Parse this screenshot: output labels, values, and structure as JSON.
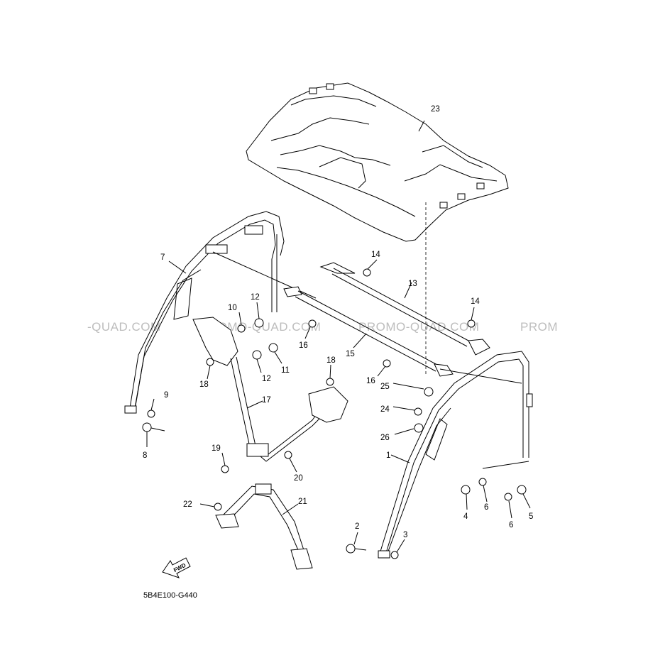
{
  "watermarks": [
    "-QUAD.COM",
    "PROMO-QUAD.COM",
    "PROMO-QUAD.COM",
    "PROM"
  ],
  "diagram_code": "5B4E100-G440",
  "fwd_label": "FWD",
  "callouts": {
    "n1": "1",
    "n2": "2",
    "n3": "3",
    "n4": "4",
    "n5": "5",
    "n6a": "6",
    "n6b": "6",
    "n7": "7",
    "n8": "8",
    "n9": "9",
    "n10": "10",
    "n11": "11",
    "n12a": "12",
    "n12b": "12",
    "n13": "13",
    "n14a": "14",
    "n14b": "14",
    "n15": "15",
    "n16a": "16",
    "n16b": "16",
    "n17": "17",
    "n18a": "18",
    "n18b": "18",
    "n19": "19",
    "n20": "20",
    "n21": "21",
    "n22": "22",
    "n23": "23",
    "n24": "24",
    "n25": "25",
    "n26": "26"
  },
  "colors": {
    "line": "#000000",
    "watermark": "#bdbdbd",
    "background": "#ffffff"
  }
}
